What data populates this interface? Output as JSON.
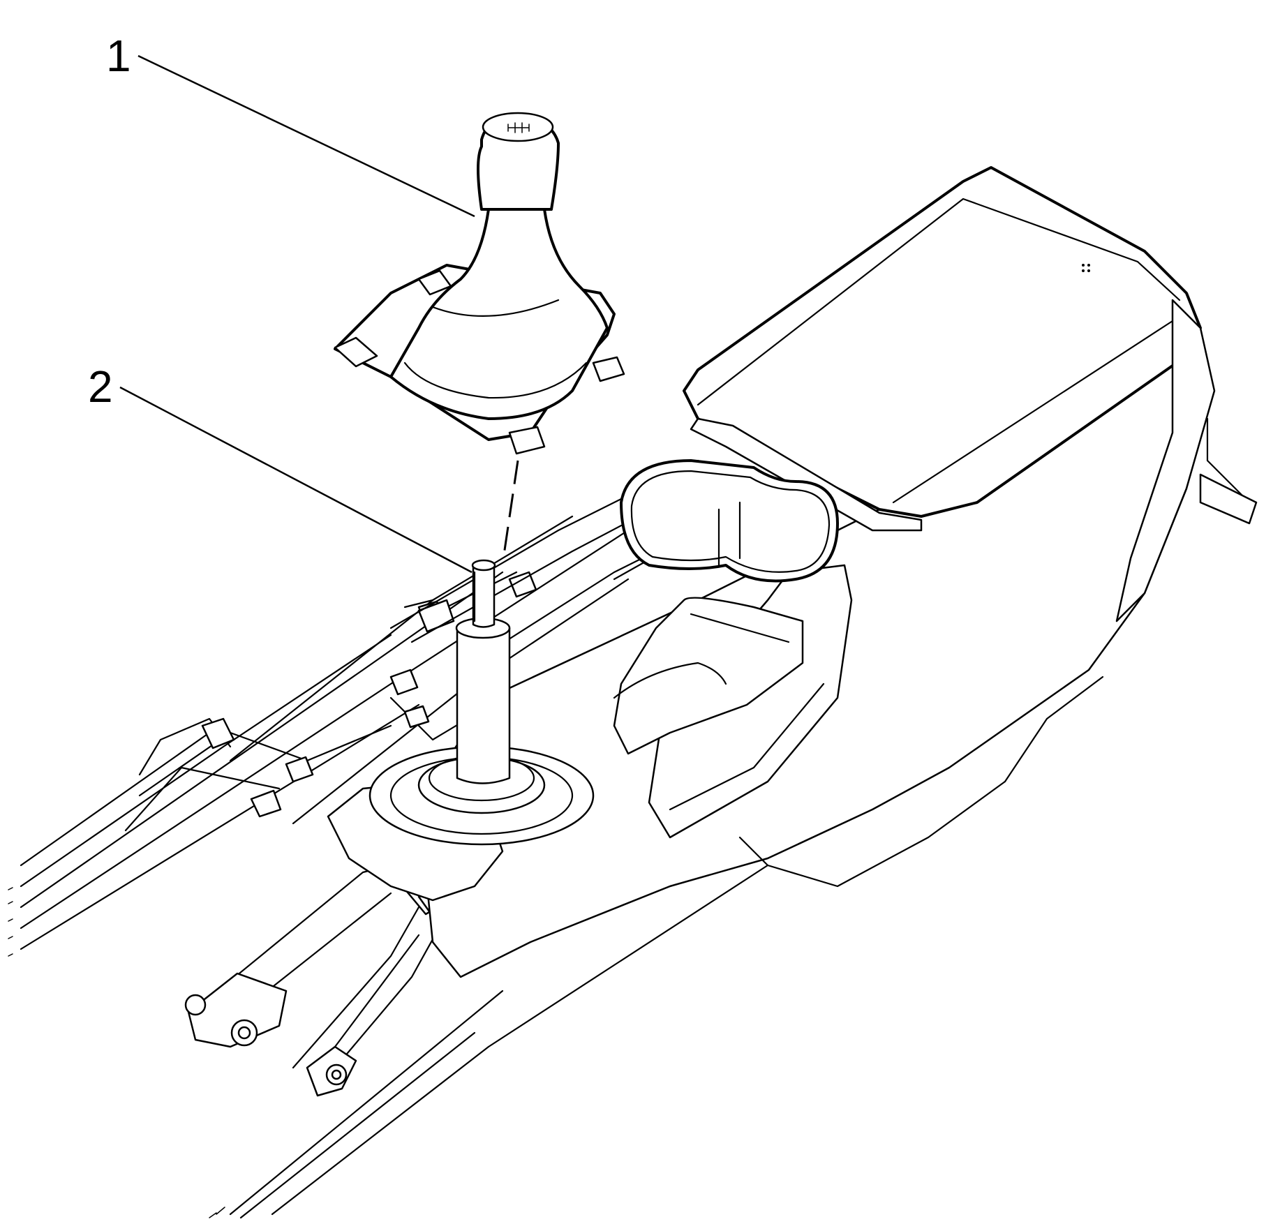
{
  "figure": {
    "callouts": [
      {
        "id": "1",
        "label": "1",
        "part": "shift-boot"
      },
      {
        "id": "2",
        "label": "2",
        "part": "shift-lever"
      }
    ]
  }
}
